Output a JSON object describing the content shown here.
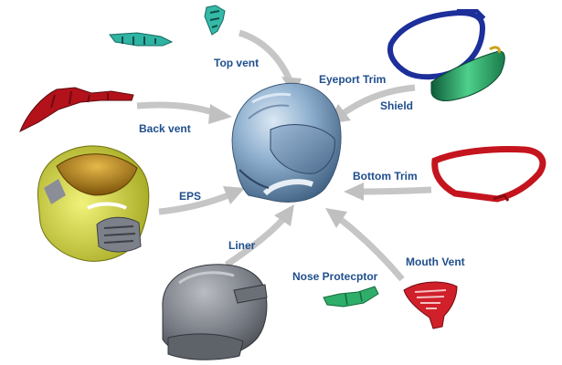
{
  "labels": {
    "top_vent": "Top vent",
    "eyeport_trim": "Eyeport Trim",
    "shield": "Shield",
    "back_vent": "Back vent",
    "bottom_trim": "Bottom Trim",
    "eps": "EPS",
    "liner": "Liner",
    "nose_protector": "Nose Protecptor",
    "mouth_vent": "Mouth Vent"
  },
  "colors": {
    "label_text": "#1f4e8c",
    "arrow": "#c4c4c4",
    "helmet_blue": "#7fa3c3",
    "top_vent_teal": "#2fb3a3",
    "eyeport_blue": "#1d2f9a",
    "shield_green": "#2f9a63",
    "back_vent_red": "#b3121a",
    "bottom_trim_red": "#c4141e",
    "eps_yellow": "#d6d93a",
    "eps_gold": "#b88410",
    "liner_gray": "#7a7e86",
    "nose_green": "#2fae6a",
    "mouth_vent_red": "#d0202a"
  }
}
